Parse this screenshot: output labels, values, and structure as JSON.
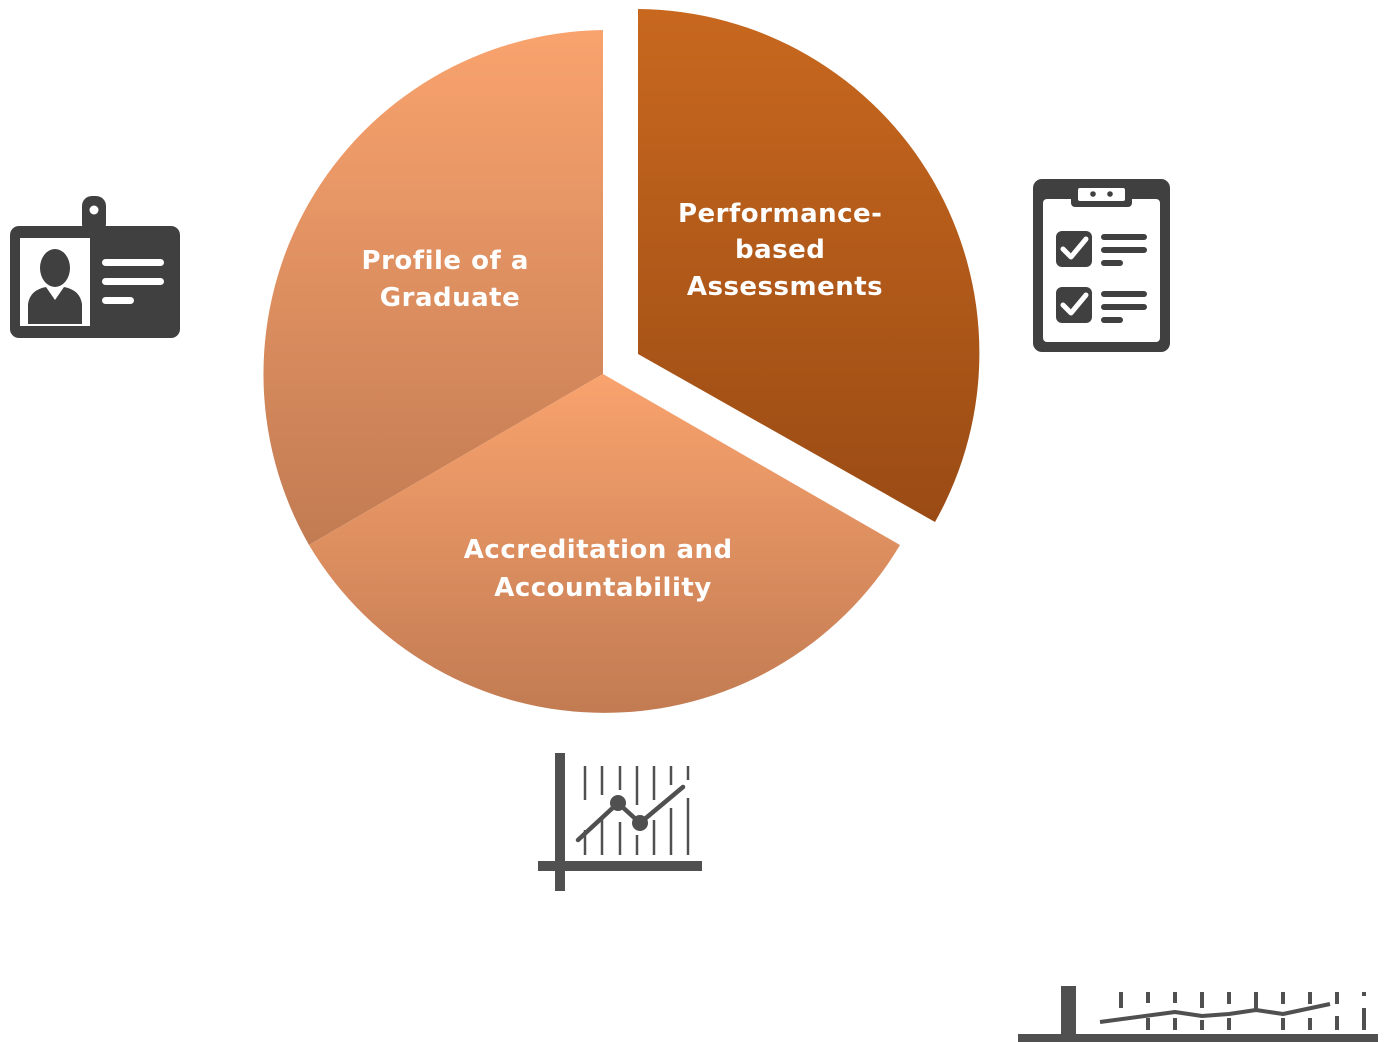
{
  "cycle": {
    "segments": [
      {
        "id": "performance-based-assessments",
        "lines": [
          "Performance-",
          "based",
          "Assessments"
        ],
        "exploded": true,
        "gradient": [
          "#c8681f",
          "#9a4b14"
        ]
      },
      {
        "id": "accreditation-and-accountability",
        "lines": [
          "Accreditation and",
          "Accountability"
        ],
        "exploded": false,
        "gradient": [
          "#f9a36e",
          "#c27b52"
        ]
      },
      {
        "id": "profile-of-a-graduate",
        "lines": [
          "Profile of a",
          "Graduate"
        ],
        "exploded": false,
        "gradient": [
          "#f9a36e",
          "#c27b52"
        ]
      }
    ]
  },
  "icons": {
    "badge": "id-badge-icon",
    "checklist": "checklist-clipboard-icon",
    "chart": "line-chart-icon",
    "chart_partial": "line-chart-icon-partial"
  },
  "colors": {
    "icon": "#404040"
  }
}
